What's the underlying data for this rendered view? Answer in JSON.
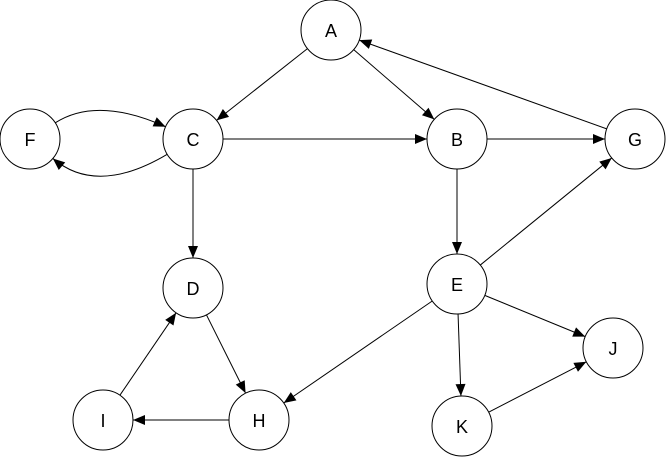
{
  "nodes": [
    {
      "id": "A",
      "label": "A"
    },
    {
      "id": "B",
      "label": "B"
    },
    {
      "id": "C",
      "label": "C"
    },
    {
      "id": "D",
      "label": "D"
    },
    {
      "id": "E",
      "label": "E"
    },
    {
      "id": "F",
      "label": "F"
    },
    {
      "id": "G",
      "label": "G"
    },
    {
      "id": "H",
      "label": "H"
    },
    {
      "id": "I",
      "label": "I"
    },
    {
      "id": "J",
      "label": "J"
    },
    {
      "id": "K",
      "label": "K"
    }
  ],
  "edges": [
    {
      "from": "A",
      "to": "C"
    },
    {
      "from": "A",
      "to": "B"
    },
    {
      "from": "F",
      "to": "C"
    },
    {
      "from": "C",
      "to": "F"
    },
    {
      "from": "C",
      "to": "B"
    },
    {
      "from": "C",
      "to": "D"
    },
    {
      "from": "B",
      "to": "G"
    },
    {
      "from": "G",
      "to": "A"
    },
    {
      "from": "B",
      "to": "E"
    },
    {
      "from": "E",
      "to": "G"
    },
    {
      "from": "E",
      "to": "J"
    },
    {
      "from": "E",
      "to": "H"
    },
    {
      "from": "E",
      "to": "K"
    },
    {
      "from": "K",
      "to": "J"
    },
    {
      "from": "D",
      "to": "H"
    },
    {
      "from": "H",
      "to": "I"
    },
    {
      "from": "I",
      "to": "D"
    }
  ],
  "colors": {
    "stroke": "#000000",
    "fill": "#ffffff",
    "text": "#000000"
  }
}
